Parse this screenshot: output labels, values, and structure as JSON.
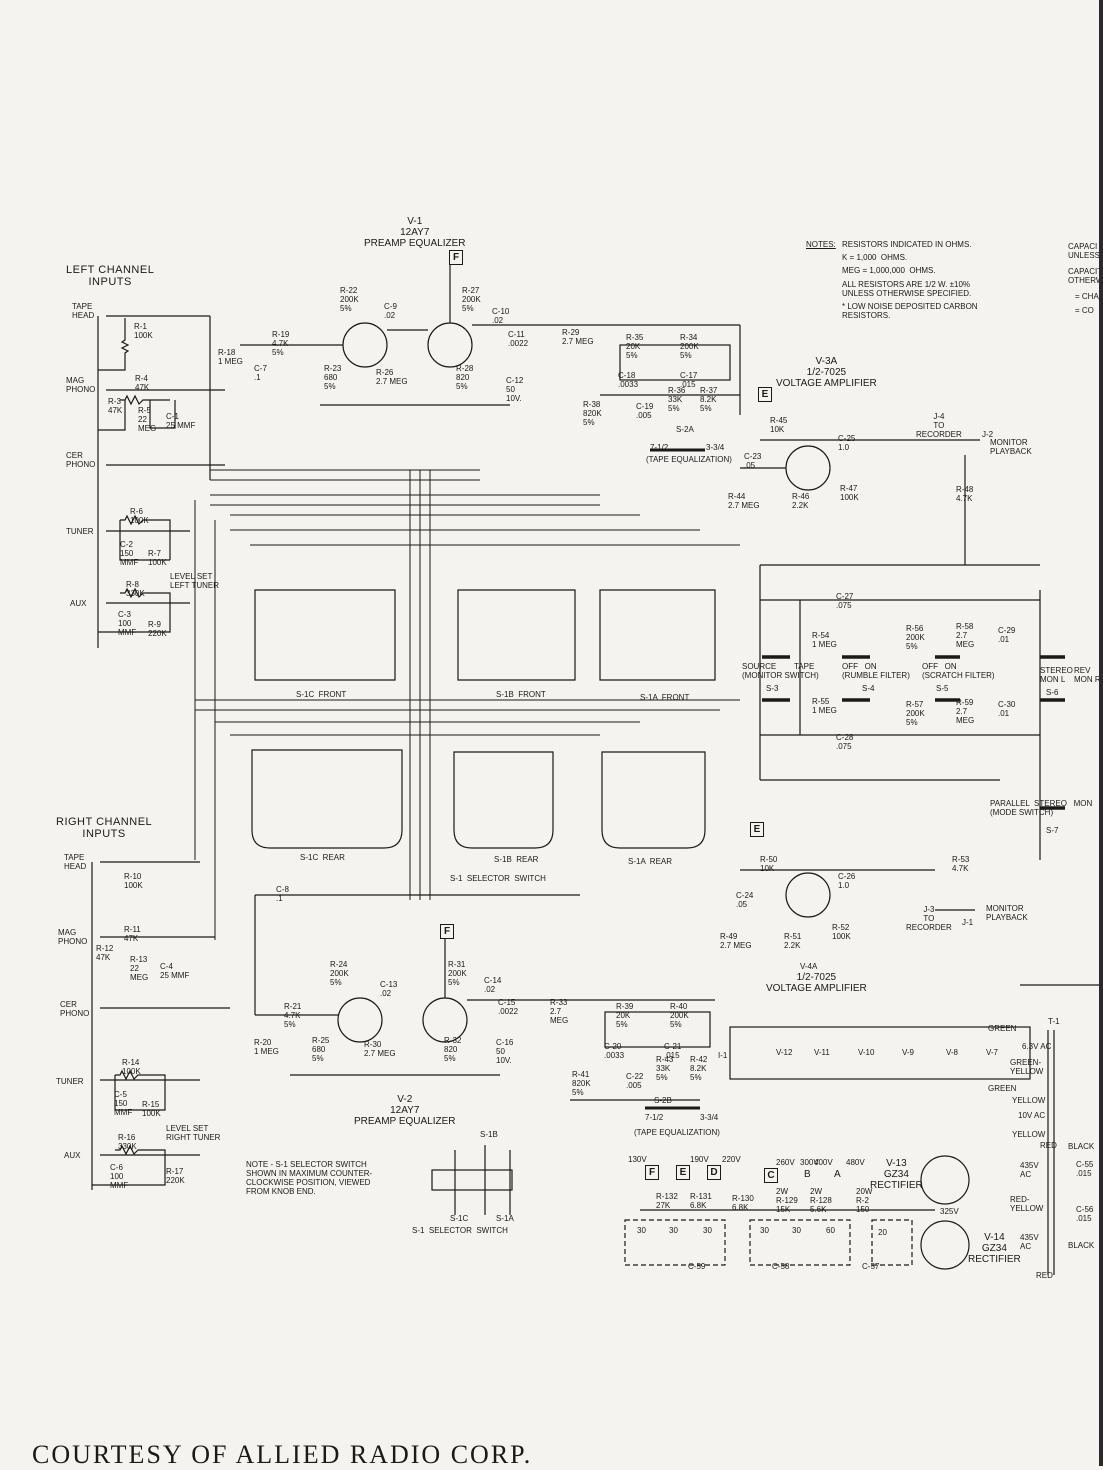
{
  "left": {
    "heading": "LEFT CHANNEL\nINPUTS",
    "inputs": [
      "TAPE\nHEAD",
      "MAG\nPHONO",
      "CER\nPHONO",
      "TUNER",
      "AUX"
    ],
    "parts": [
      "R-1\n100K",
      "R-4\n47K",
      "R-3\n47K",
      "R-5\n22\nMEG",
      "C-1\n25 µµf",
      "R-6\n100K",
      "C-2\n150\nµµf",
      "R-7\n100K",
      "R-8\n330K",
      "C-3\n100\nµµf",
      "R-9\n220K",
      "LEVEL SET\nLEFT TUNER"
    ]
  },
  "right": {
    "heading": "RIGHT CHANNEL\nINPUTS",
    "inputs": [
      "TAPE\nHEAD",
      "MAG\nPHONO",
      "CER\nPHONO",
      "TUNER",
      "AUX"
    ],
    "parts": [
      "R-10\n100K",
      "R-11\n47K",
      "R-12\n47K",
      "R-13\n22\nMEG",
      "C-4\n25 µµf",
      "R-14\n100K",
      "C-5\n150\nµµf",
      "R-15\n100K",
      "R-16\n330K",
      "C-6\n100\nµµf",
      "R-17\n220K",
      "LEVEL SET\nRIGHT TUNER"
    ]
  },
  "v1": {
    "name": "V-1",
    "type": "12AY7",
    "desc": "PREAMP EQUALIZER"
  },
  "v2": {
    "name": "V-2",
    "type": "12AY7",
    "desc": "PREAMP EQUALIZER"
  },
  "v3": {
    "name": "V-3A",
    "type": "1/2-7025",
    "desc": "VOLTAGE AMPLIFIER"
  },
  "v4": {
    "name": "V-4A",
    "type": "1/2-7025",
    "desc": "VOLTAGE AMPLIFIER"
  },
  "v13": {
    "name": "V-13",
    "type": "GZ34",
    "desc": "RECTIFIER"
  },
  "v14": {
    "name": "V-14",
    "type": "GZ34",
    "desc": "RECTIFIER"
  },
  "upper_parts": [
    "R-22\n200K\n5%",
    "C-9\n.02",
    "R-27\n200K\n5%",
    "C-10\n.02",
    "C-11\n.0022",
    "R-29\n2.7 MEG",
    "R-19\n4.7K\n5%",
    "R-18\n1 MEG",
    "C-7\n.1",
    "R-23\n680\n5%",
    "R-26\n2.7 MEG",
    "R-28\n820\n5%",
    "C-12\n50\n10V.",
    "R-35\n20K\n5%",
    "R-34\n200K\n5%",
    "C-18\n.0033",
    "C-17\n.015",
    "R-38\n820K\n5%",
    "C-19\n.005",
    "R-36\n33K\n5%",
    "R-37\n8.2K\n5%",
    "S-2A",
    "7-1/2",
    "3-3/4",
    "(TAPE EQUALIZATION)"
  ],
  "lower_parts": [
    "C-8\n.1",
    "R-21\n4.7K\n5%",
    "R-20\n1 MEG",
    "R-24\n200K\n5%",
    "C-13\n.02",
    "R-31\n200K\n5%",
    "C-14\n.02",
    "C-15\n.0022",
    "R-33\n2.7\nMEG",
    "R-25\n680\n5%",
    "R-30\n2.7 MEG",
    "R-32\n820\n5%",
    "C-16\n50\n10V.",
    "R-39\n20K\n5%",
    "R-40\n200K\n5%",
    "C-20\n.0033",
    "C-21\n.015",
    "R-41\n820K\n5%",
    "C-22\n.005",
    "R-43\n33K\n5%",
    "R-42\n8.2K\n5%",
    "S-2B",
    "7-1/2",
    "3-3/4",
    "(TAPE EQUALIZATION)"
  ],
  "v3_parts": [
    "R-45\n10K",
    "C-25\n1.0",
    "C-23\n.05",
    "R-44\n2.7 MEG",
    "R-46\n2.2K",
    "R-47\n100K",
    "R-48\n4.7K",
    "J-4\nTO\nRECORDER",
    "J-2",
    "MONITOR\nPLAYBACK"
  ],
  "v4_parts": [
    "R-50\n10K",
    "C-26\n1.0",
    "C-24\n.05",
    "R-49\n2.7 MEG",
    "R-51\n2.2K",
    "R-52\n100K",
    "R-53\n4.7K",
    "J-3\nTO\nRECORDER",
    "J-1",
    "MONITOR\nPLAYBACK"
  ],
  "filter_parts": [
    "C-27\n.075",
    "R-54\n1 MEG",
    "R-56\n200K\n5%",
    "R-58\n2.7\nMEG",
    "C-29\n.01",
    "R-55\n1 MEG",
    "R-57\n200K\n5%",
    "R-59\n2.7\nMEG",
    "C-30\n.01",
    "C-28\n.075"
  ],
  "switches": {
    "s3": "SOURCE\n(MONITOR SWITCH)",
    "s3_tape": "TAPE",
    "s3_id": "S-3",
    "s4": "OFF   ON\n(RUMBLE FILTER)",
    "s4_id": "S-4",
    "s5": "OFF   ON\n(SCRATCH FILTER)",
    "s5_id": "S-5",
    "s6": "STEREO\nMON L",
    "s6_id": "S-6",
    "s6_rev": "REV\nMON R",
    "s7": "PARALLEL  STEREO   MON\n(MODE SWITCH)",
    "s7_id": "S-7"
  },
  "selector": {
    "s1c_front": "S-1C  FRONT",
    "s1b_front": "S-1B  FRONT",
    "s1a_front": "S-1A  FRONT",
    "s1c_rear": "S-1C  REAR",
    "s1b_rear": "S-1B  REAR",
    "s1a_rear": "S-1A  REAR",
    "title": "S-1  SELECTOR  SWITCH"
  },
  "notes": {
    "title": "NOTES:",
    "lines": [
      "RESISTORS INDICATED IN OHMS.",
      "K = 1,000  OHMS.",
      "MEG = 1,000,000  OHMS.",
      "ALL RESISTORS ARE 1/2 W. ±10%",
      "UNLESS OTHERWISE SPECIFIED.",
      "* LOW NOISE DEPOSITED CARBON",
      "RESISTORS."
    ],
    "right_cut": [
      "CAPACI",
      "UNLESS",
      "CAPACIT",
      "OTHERW",
      "= CHA",
      "= CO"
    ],
    "s1_note": "NOTE - S-1 SELECTOR SWITCH\nSHOWN IN MAXIMUM COUNTER-\nCLOCKWISE POSITION, VIEWED\nFROM KNOB END.",
    "s1_label": "S-1  SELECTOR  SWITCH",
    "s1_decks": [
      "S-1B",
      "S-1C",
      "S-1A"
    ]
  },
  "power": {
    "boxes": [
      "F",
      "E",
      "D",
      "C",
      "B",
      "A"
    ],
    "volts": [
      "130V",
      "190V",
      "220V",
      "260V",
      "300V",
      "400V",
      "480V",
      "325V"
    ],
    "resistors": [
      "R-132\n27K",
      "R-131\n6.8K",
      "R-130\n6.8K",
      "2W\nR-129\n15K",
      "2W\nR-128\n5.6K",
      "20W\nR-2\n150"
    ],
    "caps": [
      "C-59",
      "C-58",
      "C-57"
    ],
    "cap_vals": [
      "30",
      "30",
      "30",
      "30",
      "30",
      "60",
      "20"
    ],
    "heater": [
      "I-1",
      "V-12",
      "V-11",
      "V-10",
      "V-9",
      "V-8",
      "V-7"
    ],
    "transformer": [
      "T-1",
      "GREEN",
      "GREEN-\nYELLOW",
      "GREEN",
      "6.3V AC",
      "YELLOW",
      "10V AC",
      "YELLOW",
      "RED",
      "435V\nAC",
      "RED-\nYELLOW",
      "435V\nAC",
      "RED",
      "BLACK",
      "BLACK",
      "C-55\n.015",
      "C-56\n.015"
    ]
  },
  "footer": "COURTESY OF ALLIED RADIO CORP."
}
